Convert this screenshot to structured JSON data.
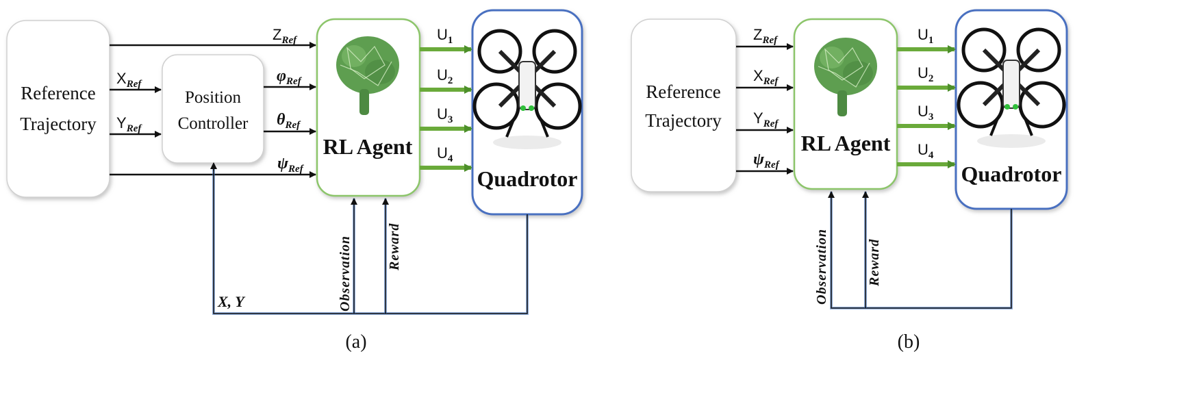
{
  "panel_a": {
    "reference_box": {
      "line1": "Reference",
      "line2": "Trajectory"
    },
    "position_controller": {
      "line1": "Position",
      "line2": "Controller"
    },
    "agent": "RL Agent",
    "plant": "Quadrotor",
    "inputs_to_controller": [
      {
        "main": "X",
        "sub": "Ref"
      },
      {
        "main": "Y",
        "sub": "Ref"
      }
    ],
    "inputs_to_agent": [
      {
        "main": "Z",
        "sub": "Ref"
      },
      {
        "main": "φ",
        "sub": "Ref"
      },
      {
        "main": "θ",
        "sub": "Ref"
      },
      {
        "main": "ψ",
        "sub": "Ref"
      }
    ],
    "outputs": [
      {
        "main": "U",
        "sub": "1"
      },
      {
        "main": "U",
        "sub": "2"
      },
      {
        "main": "U",
        "sub": "3"
      },
      {
        "main": "U",
        "sub": "4"
      }
    ],
    "feedback_observation": "Observation",
    "feedback_reward": "Reward",
    "feedback_xy": "X, Y",
    "caption": "(a)"
  },
  "panel_b": {
    "reference_box": {
      "line1": "Reference",
      "line2": "Trajectory"
    },
    "agent": "RL Agent",
    "plant": "Quadrotor",
    "inputs_to_agent": [
      {
        "main": "Z",
        "sub": "Ref"
      },
      {
        "main": "X",
        "sub": "Ref"
      },
      {
        "main": "Y",
        "sub": "Ref"
      },
      {
        "main": "ψ",
        "sub": "Ref"
      }
    ],
    "outputs": [
      {
        "main": "U",
        "sub": "1"
      },
      {
        "main": "U",
        "sub": "2"
      },
      {
        "main": "U",
        "sub": "3"
      },
      {
        "main": "U",
        "sub": "4"
      }
    ],
    "feedback_observation": "Observation",
    "feedback_reward": "Reward",
    "caption": "(b)"
  },
  "icons": {
    "agent_icon": "brain-icon",
    "plant_icon": "drone-icon"
  },
  "colors": {
    "agent_border": "#8cc56a",
    "plant_border": "#4a70c0",
    "feedback_line": "#3a6fc0",
    "green_arrow": "#6aaa3a",
    "brain": "#5a9a4a",
    "box_border": "#cccccc"
  }
}
